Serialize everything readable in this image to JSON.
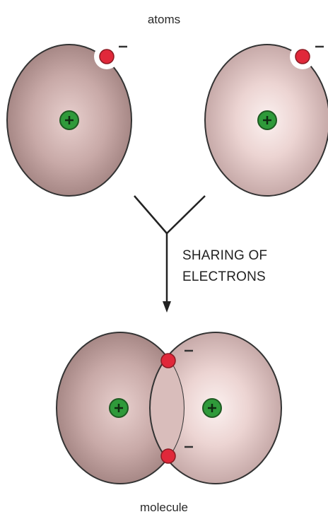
{
  "labels": {
    "top": "atoms",
    "process_line1": "SHARING OF",
    "process_line2": "ELECTRONS",
    "bottom": "molecule"
  },
  "symbols": {
    "plus": "+",
    "minus": "−"
  },
  "colors": {
    "atom_fill_dark": "#b99a98",
    "atom_fill_light": "#f1dedd",
    "outline": "#333333",
    "electron": "#e0283a",
    "nucleus": "#2f9a3a",
    "arrow": "#222222"
  }
}
